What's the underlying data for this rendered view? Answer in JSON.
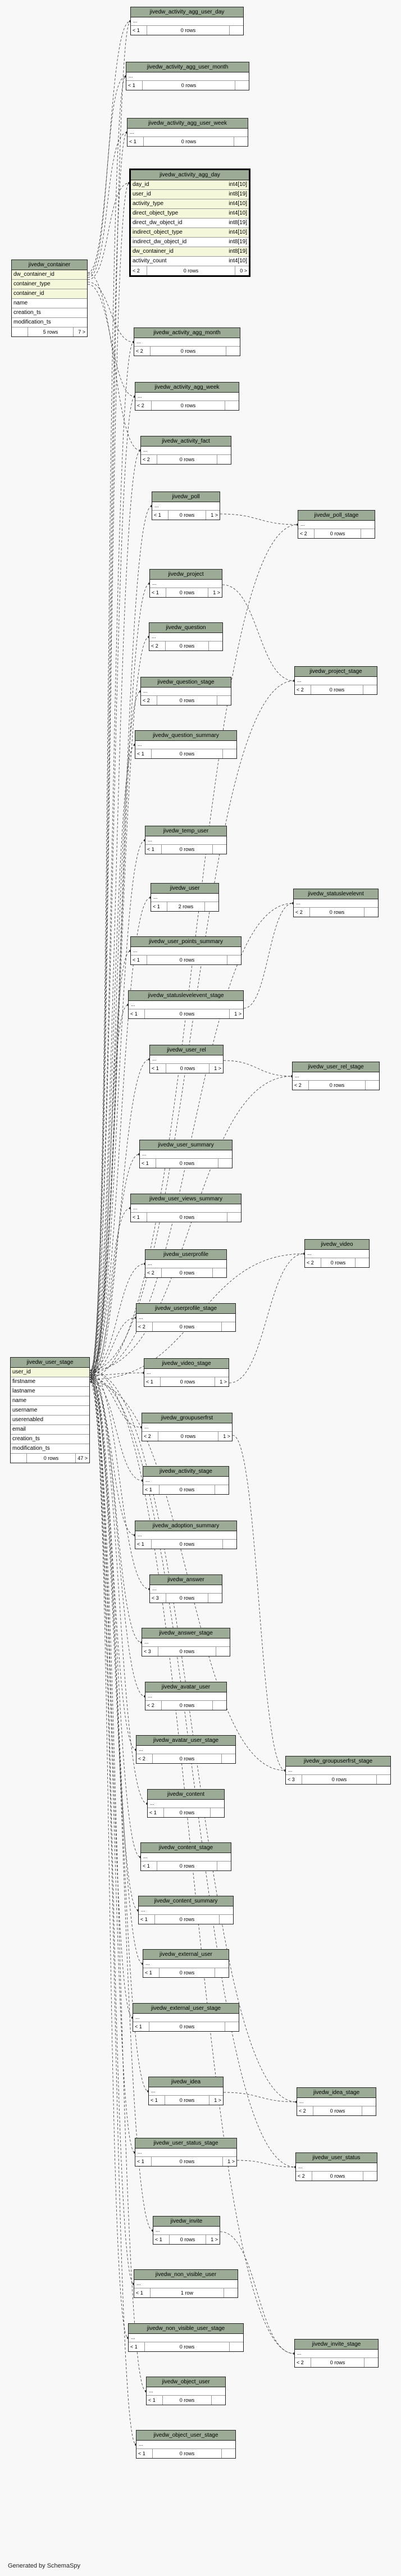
{
  "footer": "Generated by SchemaSpy",
  "tables": [
    {
      "id": "activity_agg_user_day",
      "name": "jivedw_activity_agg_user_day",
      "ellipsis": "...",
      "parents": "< 1",
      "rows": "0 rows",
      "children": ""
    },
    {
      "id": "activity_agg_user_month",
      "name": "jivedw_activity_agg_user_month",
      "ellipsis": "...",
      "parents": "< 1",
      "rows": "0 rows",
      "children": ""
    },
    {
      "id": "activity_agg_user_week",
      "name": "jivedw_activity_agg_user_week",
      "ellipsis": "...",
      "parents": "< 1",
      "rows": "0 rows",
      "children": ""
    },
    {
      "id": "activity_agg_day",
      "name": "jivedw_activity_agg_day",
      "focus": true,
      "columns": [
        {
          "name": "day_id",
          "type": "int4[10]",
          "key": true
        },
        {
          "name": "user_id",
          "type": "int8[19]",
          "key": true
        },
        {
          "name": "activity_type",
          "type": "int4[10]",
          "key": true
        },
        {
          "name": "direct_object_type",
          "type": "int4[10]",
          "key": true
        },
        {
          "name": "direct_dw_object_id",
          "type": "int8[19]",
          "key": false
        },
        {
          "name": "indirect_object_type",
          "type": "int4[10]",
          "key": true
        },
        {
          "name": "indirect_dw_object_id",
          "type": "int8[19]",
          "key": false
        },
        {
          "name": "dw_container_id",
          "type": "int8[19]",
          "key": true
        },
        {
          "name": "activity_count",
          "type": "int4[10]",
          "key": false
        }
      ],
      "parents": "< 2",
      "rows": "0 rows",
      "children": "0 >"
    },
    {
      "id": "container",
      "name": "jivedw_container",
      "columns": [
        {
          "name": "dw_container_id",
          "key": true
        },
        {
          "name": "container_type",
          "key": true
        },
        {
          "name": "container_id",
          "key": true
        },
        {
          "name": "name",
          "key": false
        },
        {
          "name": "creation_ts",
          "key": false
        },
        {
          "name": "modification_ts",
          "key": false
        }
      ],
      "parents": "",
      "rows": "5 rows",
      "children": "7 >"
    },
    {
      "id": "activity_agg_month",
      "name": "jivedw_activity_agg_month",
      "ellipsis": "...",
      "parents": "< 2",
      "rows": "0 rows",
      "children": ""
    },
    {
      "id": "activity_agg_week",
      "name": "jivedw_activity_agg_week",
      "ellipsis": "...",
      "parents": "< 2",
      "rows": "0 rows",
      "children": ""
    },
    {
      "id": "activity_fact",
      "name": "jivedw_activity_fact",
      "ellipsis": "...",
      "parents": "< 2",
      "rows": "0 rows",
      "children": ""
    },
    {
      "id": "poll",
      "name": "jivedw_poll",
      "ellipsis": "...",
      "parents": "< 1",
      "rows": "0 rows",
      "children": "1 >"
    },
    {
      "id": "poll_stage",
      "name": "jivedw_poll_stage",
      "ellipsis": "...",
      "parents": "< 2",
      "rows": "0 rows",
      "children": ""
    },
    {
      "id": "project",
      "name": "jivedw_project",
      "ellipsis": "...",
      "parents": "< 1",
      "rows": "0 rows",
      "children": "1 >"
    },
    {
      "id": "question",
      "name": "jivedw_question",
      "ellipsis": "...",
      "parents": "< 2",
      "rows": "0 rows",
      "children": ""
    },
    {
      "id": "project_stage",
      "name": "jivedw_project_stage",
      "ellipsis": "...",
      "parents": "< 2",
      "rows": "0 rows",
      "children": ""
    },
    {
      "id": "question_stage",
      "name": "jivedw_question_stage",
      "ellipsis": "...",
      "parents": "< 2",
      "rows": "0 rows",
      "children": ""
    },
    {
      "id": "question_summary",
      "name": "jivedw_question_summary",
      "ellipsis": "...",
      "parents": "< 1",
      "rows": "0 rows",
      "children": ""
    },
    {
      "id": "temp_user",
      "name": "jivedw_temp_user",
      "ellipsis": "...",
      "parents": "< 1",
      "rows": "0 rows",
      "children": ""
    },
    {
      "id": "user",
      "name": "jivedw_user",
      "ellipsis": "...",
      "parents": "< 1",
      "rows": "2 rows",
      "children": ""
    },
    {
      "id": "statusleveleunt",
      "name": "jivedw_statuslevelevnt",
      "ellipsis": "...",
      "parents": "< 2",
      "rows": "0 rows",
      "children": ""
    },
    {
      "id": "user_points_summary",
      "name": "jivedw_user_points_summary",
      "ellipsis": "...",
      "parents": "< 1",
      "rows": "0 rows",
      "children": ""
    },
    {
      "id": "statuslevelevent_stage",
      "name": "jivedw_statuslevelevent_stage",
      "ellipsis": "...",
      "parents": "< 1",
      "rows": "0 rows",
      "children": "1 >"
    },
    {
      "id": "user_rel",
      "name": "jivedw_user_rel",
      "ellipsis": "...",
      "parents": "< 1",
      "rows": "0 rows",
      "children": "1 >"
    },
    {
      "id": "user_rel_stage",
      "name": "jivedw_user_rel_stage",
      "ellipsis": "...",
      "parents": "< 2",
      "rows": "0 rows",
      "children": ""
    },
    {
      "id": "user_summary",
      "name": "jivedw_user_summary",
      "ellipsis": "...",
      "parents": "< 1",
      "rows": "0 rows",
      "children": ""
    },
    {
      "id": "user_views_summary",
      "name": "jivedw_user_views_summary",
      "ellipsis": "...",
      "parents": "< 1",
      "rows": "0 rows",
      "children": ""
    },
    {
      "id": "video",
      "name": "jivedw_video",
      "ellipsis": "...",
      "parents": "< 2",
      "rows": "0 rows",
      "children": ""
    },
    {
      "id": "userprofile",
      "name": "jivedw_userprofile",
      "ellipsis": "...",
      "parents": "< 2",
      "rows": "0 rows",
      "children": ""
    },
    {
      "id": "userprofile_stage",
      "name": "jivedw_userprofile_stage",
      "ellipsis": "...",
      "parents": "< 2",
      "rows": "0 rows",
      "children": ""
    },
    {
      "id": "user_stage",
      "name": "jivedw_user_stage",
      "columns": [
        {
          "name": "user_id",
          "key": true
        },
        {
          "name": "firstname",
          "key": false
        },
        {
          "name": "lastname",
          "key": false
        },
        {
          "name": "name",
          "key": false
        },
        {
          "name": "username",
          "key": false
        },
        {
          "name": "userenabled",
          "key": false
        },
        {
          "name": "email",
          "key": false
        },
        {
          "name": "creation_ts",
          "key": false
        },
        {
          "name": "modification_ts",
          "key": false
        }
      ],
      "parents": "",
      "rows": "0 rows",
      "children": "47 >"
    },
    {
      "id": "video_stage",
      "name": "jivedw_video_stage",
      "ellipsis": "...",
      "parents": "< 1",
      "rows": "0 rows",
      "children": "1 >"
    },
    {
      "id": "groupuserfrst",
      "name": "jivedw_groupuserfrst",
      "ellipsis": "...",
      "parents": "< 2",
      "rows": "0 rows",
      "children": "1 >"
    },
    {
      "id": "activity_stage",
      "name": "jivedw_activity_stage",
      "ellipsis": "...",
      "parents": "< 1",
      "rows": "0 rows",
      "children": ""
    },
    {
      "id": "adoption_summary",
      "name": "jivedw_adoption_summary",
      "ellipsis": "...",
      "parents": "< 1",
      "rows": "0 rows",
      "children": ""
    },
    {
      "id": "answer",
      "name": "jivedw_answer",
      "ellipsis": "...",
      "parents": "< 3",
      "rows": "0 rows",
      "children": ""
    },
    {
      "id": "answer_stage",
      "name": "jivedw_answer_stage",
      "ellipsis": "...",
      "parents": "< 3",
      "rows": "0 rows",
      "children": ""
    },
    {
      "id": "avatar_user",
      "name": "jivedw_avatar_user",
      "ellipsis": "...",
      "parents": "< 2",
      "rows": "0 rows",
      "children": ""
    },
    {
      "id": "avatar_user_stage",
      "name": "jivedw_avatar_user_stage",
      "ellipsis": "...",
      "parents": "< 2",
      "rows": "0 rows",
      "children": ""
    },
    {
      "id": "groupuserfrst_stage",
      "name": "jivedw_groupuserfrst_stage",
      "ellipsis": "...",
      "parents": "< 3",
      "rows": "0 rows",
      "children": ""
    },
    {
      "id": "content",
      "name": "jivedw_content",
      "ellipsis": "...",
      "parents": "< 1",
      "rows": "0 rows",
      "children": ""
    },
    {
      "id": "content_stage",
      "name": "jivedw_content_stage",
      "ellipsis": "...",
      "parents": "< 1",
      "rows": "0 rows",
      "children": ""
    },
    {
      "id": "content_summary",
      "name": "jivedw_content_summary",
      "ellipsis": "...",
      "parents": "< 1",
      "rows": "0 rows",
      "children": ""
    },
    {
      "id": "external_user",
      "name": "jivedw_external_user",
      "ellipsis": "...",
      "parents": "< 1",
      "rows": "0 rows",
      "children": ""
    },
    {
      "id": "external_user_stage",
      "name": "jivedw_external_user_stage",
      "ellipsis": "...",
      "parents": "< 1",
      "rows": "0 rows",
      "children": ""
    },
    {
      "id": "idea",
      "name": "jivedw_idea",
      "ellipsis": "...",
      "parents": "< 1",
      "rows": "0 rows",
      "children": "1 >"
    },
    {
      "id": "idea_stage",
      "name": "jivedw_idea_stage",
      "ellipsis": "...",
      "parents": "< 2",
      "rows": "0 rows",
      "children": ""
    },
    {
      "id": "user_status_stage",
      "name": "jivedw_user_status_stage",
      "ellipsis": "...",
      "parents": "< 1",
      "rows": "0 rows",
      "children": "1 >"
    },
    {
      "id": "user_status",
      "name": "jivedw_user_status",
      "ellipsis": "...",
      "parents": "< 2",
      "rows": "0 rows",
      "children": ""
    },
    {
      "id": "invite",
      "name": "jivedw_invite",
      "ellipsis": "...",
      "parents": "< 1",
      "rows": "0 rows",
      "children": "1 >"
    },
    {
      "id": "non_visible_user",
      "name": "jivedw_non_visible_user",
      "ellipsis": "...",
      "parents": "< 1",
      "rows": "1 row",
      "children": ""
    },
    {
      "id": "non_visible_user_stage",
      "name": "jivedw_non_visible_user_stage",
      "ellipsis": "...",
      "parents": "< 1",
      "rows": "0 rows",
      "children": ""
    },
    {
      "id": "invite_stage",
      "name": "jivedw_invite_stage",
      "ellipsis": "...",
      "parents": "< 2",
      "rows": "0 rows",
      "children": ""
    },
    {
      "id": "object_user",
      "name": "jivedw_object_user",
      "ellipsis": "...",
      "parents": "< 1",
      "rows": "0 rows",
      "children": ""
    },
    {
      "id": "object_user_stage",
      "name": "jivedw_object_user_stage",
      "ellipsis": "...",
      "parents": "< 1",
      "rows": "0 rows",
      "children": ""
    }
  ],
  "relationships": [
    [
      "container",
      "activity_agg_user_day"
    ],
    [
      "container",
      "activity_agg_user_month"
    ],
    [
      "container",
      "activity_agg_user_week"
    ],
    [
      "container",
      "activity_agg_day"
    ],
    [
      "container",
      "activity_agg_month"
    ],
    [
      "container",
      "activity_agg_week"
    ],
    [
      "container",
      "activity_fact"
    ],
    [
      "user_stage",
      "activity_agg_user_day"
    ],
    [
      "user_stage",
      "activity_agg_user_month"
    ],
    [
      "user_stage",
      "activity_agg_user_week"
    ],
    [
      "user_stage",
      "activity_agg_day"
    ],
    [
      "user_stage",
      "activity_agg_month"
    ],
    [
      "user_stage",
      "activity_agg_week"
    ],
    [
      "user_stage",
      "activity_fact"
    ],
    [
      "user_stage",
      "poll"
    ],
    [
      "user_stage",
      "poll_stage"
    ],
    [
      "poll",
      "poll_stage"
    ],
    [
      "user_stage",
      "project"
    ],
    [
      "user_stage",
      "project_stage"
    ],
    [
      "project",
      "project_stage"
    ],
    [
      "user_stage",
      "question"
    ],
    [
      "user_stage",
      "question_stage"
    ],
    [
      "user_stage",
      "question_summary"
    ],
    [
      "user_stage",
      "temp_user"
    ],
    [
      "user_stage",
      "user"
    ],
    [
      "user_stage",
      "statusleveleunt"
    ],
    [
      "statuslevelevent_stage",
      "statusleveleunt"
    ],
    [
      "user_stage",
      "user_points_summary"
    ],
    [
      "user_stage",
      "statuslevelevent_stage"
    ],
    [
      "user_stage",
      "user_rel"
    ],
    [
      "user_stage",
      "user_rel_stage"
    ],
    [
      "user_rel",
      "user_rel_stage"
    ],
    [
      "user_stage",
      "user_summary"
    ],
    [
      "user_stage",
      "user_views_summary"
    ],
    [
      "user_stage",
      "video"
    ],
    [
      "video_stage",
      "video"
    ],
    [
      "user_stage",
      "userprofile"
    ],
    [
      "user_stage",
      "userprofile_stage"
    ],
    [
      "user_stage",
      "video_stage"
    ],
    [
      "user_stage",
      "groupuserfrst"
    ],
    [
      "user_stage",
      "activity_stage"
    ],
    [
      "user_stage",
      "adoption_summary"
    ],
    [
      "user_stage",
      "answer"
    ],
    [
      "user_stage",
      "answer_stage"
    ],
    [
      "user_stage",
      "avatar_user"
    ],
    [
      "user_stage",
      "avatar_user_stage"
    ],
    [
      "groupuserfrst",
      "groupuserfrst_stage"
    ],
    [
      "user_stage",
      "groupuserfrst_stage"
    ],
    [
      "user_stage",
      "content"
    ],
    [
      "user_stage",
      "content_stage"
    ],
    [
      "user_stage",
      "content_summary"
    ],
    [
      "user_stage",
      "external_user"
    ],
    [
      "user_stage",
      "external_user_stage"
    ],
    [
      "user_stage",
      "idea"
    ],
    [
      "user_stage",
      "idea_stage"
    ],
    [
      "idea",
      "idea_stage"
    ],
    [
      "user_stage",
      "user_status_stage"
    ],
    [
      "user_stage",
      "user_status"
    ],
    [
      "user_status_stage",
      "user_status"
    ],
    [
      "user_stage",
      "invite"
    ],
    [
      "user_stage",
      "invite_stage"
    ],
    [
      "invite",
      "invite_stage"
    ],
    [
      "user_stage",
      "non_visible_user"
    ],
    [
      "user_stage",
      "non_visible_user_stage"
    ],
    [
      "user_stage",
      "object_user"
    ],
    [
      "user_stage",
      "object_user_stage"
    ]
  ]
}
